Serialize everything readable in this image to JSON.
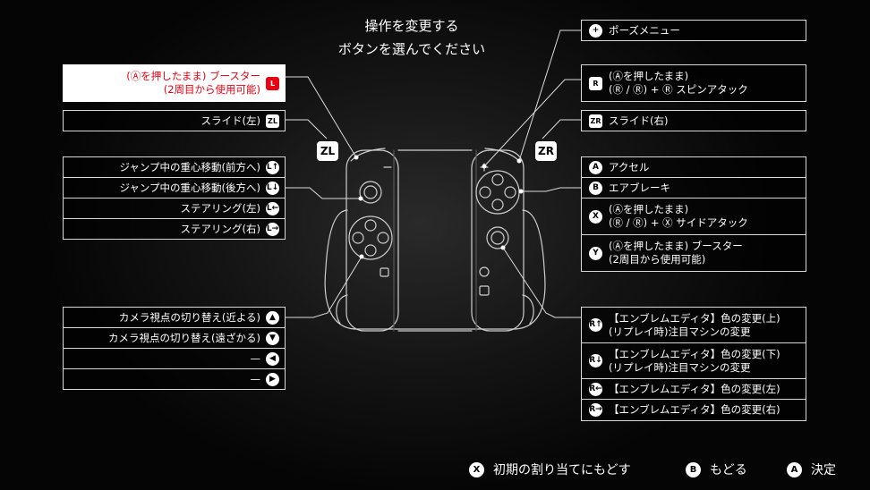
{
  "title": {
    "line1": "操作を変更する",
    "line2": "ボタンを選んでください"
  },
  "left_items": [
    {
      "id": "booster",
      "text": "(Ⓐを押したまま) ブースター\n(2周目から使用可能)",
      "icon": "L",
      "icon_name": "l-button-icon",
      "selected": true
    },
    {
      "id": "slide-left",
      "text": "スライド(左)",
      "icon": "ZL",
      "icon_name": "zl-button-icon",
      "selected": false
    },
    {
      "id": "jump-forward",
      "text": "ジャンプ中の重心移動(前方へ)",
      "icon": "L↑",
      "icon_name": "stick-tilt-up-icon",
      "selected": false
    },
    {
      "id": "jump-back",
      "text": "ジャンプ中の重心移動(後方へ)",
      "icon": "L↓",
      "icon_name": "stick-tilt-down-icon",
      "selected": false
    },
    {
      "id": "steer-left",
      "text": "ステアリング(左)",
      "icon": "L←",
      "icon_name": "stick-tilt-left-icon",
      "selected": false
    },
    {
      "id": "steer-right",
      "text": "ステアリング(右)",
      "icon": "L→",
      "icon_name": "stick-tilt-right-icon",
      "selected": false
    },
    {
      "id": "camera-near",
      "text": "カメラ視点の切り替え(近よる)",
      "icon": "▲",
      "icon_name": "dpad-up-icon",
      "selected": false
    },
    {
      "id": "camera-far",
      "text": "カメラ視点の切り替え(遠ざかる)",
      "icon": "▼",
      "icon_name": "dpad-down-icon",
      "selected": false
    },
    {
      "id": "dpad-left",
      "text": "—",
      "icon": "◀",
      "icon_name": "dpad-left-icon",
      "selected": false
    },
    {
      "id": "dpad-right",
      "text": "—",
      "icon": "▶",
      "icon_name": "dpad-right-icon",
      "selected": false
    }
  ],
  "right_items": [
    {
      "id": "pause",
      "text": "ポーズメニュー",
      "icon": "+",
      "icon_name": "plus-button-icon"
    },
    {
      "id": "spin-attack",
      "text": "(Ⓐを押したまま)\n(Ⓡ / Ⓡ) + Ⓡ スピンアタック",
      "icon": "R",
      "icon_name": "r-button-icon"
    },
    {
      "id": "slide-right",
      "text": "スライド(右)",
      "icon": "ZR",
      "icon_name": "zr-button-icon"
    },
    {
      "id": "accel",
      "text": "アクセル",
      "icon": "A",
      "icon_name": "a-button-icon"
    },
    {
      "id": "air-brake",
      "text": "エアブレーキ",
      "icon": "B",
      "icon_name": "b-button-icon"
    },
    {
      "id": "side-attack",
      "text": "(Ⓐを押したまま)\n(Ⓡ / Ⓡ) + Ⓧ サイドアタック",
      "icon": "X",
      "icon_name": "x-button-icon"
    },
    {
      "id": "booster-y",
      "text": "(Ⓐを押したまま) ブースター\n(2周目から使用可能)",
      "icon": "Y",
      "icon_name": "y-button-icon"
    },
    {
      "id": "emblem-up",
      "text": "【エンブレムエディタ】色の変更(上)\n(リプレイ時)注目マシンの変更",
      "icon": "R↑",
      "icon_name": "r-stick-up-icon"
    },
    {
      "id": "emblem-down",
      "text": "【エンブレムエディタ】色の変更(下)\n(リプレイ時)注目マシンの変更",
      "icon": "R↓",
      "icon_name": "r-stick-down-icon"
    },
    {
      "id": "emblem-left",
      "text": "【エンブレムエディタ】色の変更(左)",
      "icon": "R←",
      "icon_name": "r-stick-left-icon"
    },
    {
      "id": "emblem-right",
      "text": "【エンブレムエディタ】色の変更(右)",
      "icon": "R→",
      "icon_name": "r-stick-right-icon"
    }
  ],
  "controller_labels": {
    "zl": "ZL",
    "zr": "ZR"
  },
  "footer": [
    {
      "icon": "X",
      "label": "初期の割り当てにもどす"
    },
    {
      "icon": "B",
      "label": "もどる"
    },
    {
      "icon": "A",
      "label": "決定"
    }
  ]
}
